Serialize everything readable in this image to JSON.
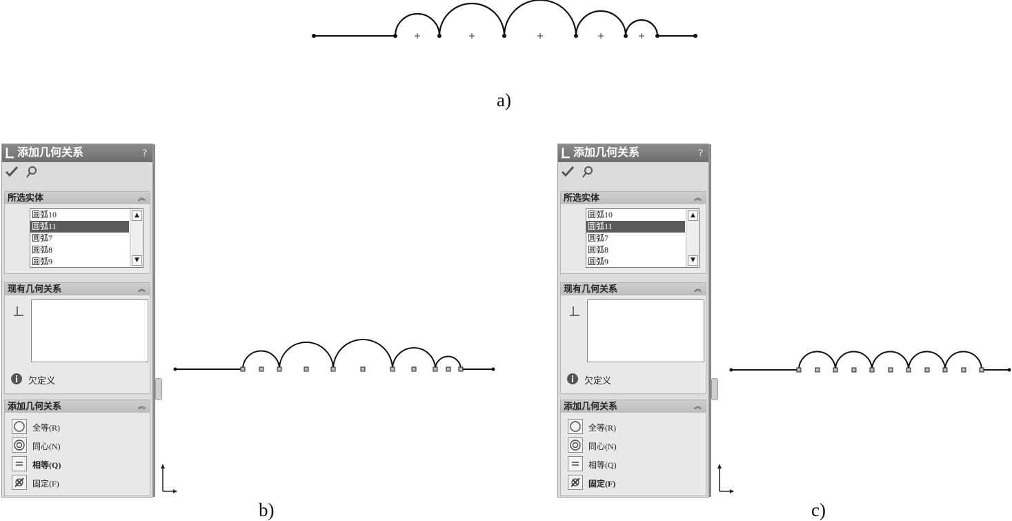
{
  "captions": {
    "a": "a)",
    "b": "b)",
    "c": "c)"
  },
  "panels": [
    {
      "title": "添加几何关系",
      "help": "?",
      "selected_entities": {
        "header": "所选实体",
        "items": [
          "圆弧10",
          "圆弧11",
          "圆弧7",
          "圆弧8",
          "圆弧9"
        ],
        "selected_index": 1
      },
      "existing_relations": {
        "header": "现有几何关系",
        "status": "欠定义"
      },
      "add_relations": {
        "header": "添加几何关系",
        "buttons": [
          {
            "label": "全等(R)",
            "icon": "congruent-icon",
            "bold": false
          },
          {
            "label": "同心(N)",
            "icon": "concentric-icon",
            "bold": false
          },
          {
            "label": "相等(Q)",
            "icon": "equal-icon",
            "bold": true
          },
          {
            "label": "固定(F)",
            "icon": "fix-icon",
            "bold": false
          }
        ]
      }
    },
    {
      "title": "添加几何关系",
      "help": "?",
      "selected_entities": {
        "header": "所选实体",
        "items": [
          "圆弧10",
          "圆弧11",
          "圆弧7",
          "圆弧8",
          "圆弧9"
        ],
        "selected_index": 1
      },
      "existing_relations": {
        "header": "现有几何关系",
        "status": "欠定义"
      },
      "add_relations": {
        "header": "添加几何关系",
        "buttons": [
          {
            "label": "全等(R)",
            "icon": "congruent-icon",
            "bold": false
          },
          {
            "label": "同心(N)",
            "icon": "concentric-icon",
            "bold": false
          },
          {
            "label": "相等(Q)",
            "icon": "equal-icon",
            "bold": false
          },
          {
            "label": "固定(F)",
            "icon": "fix-icon",
            "bold": true
          }
        ]
      }
    }
  ],
  "colors": {
    "title_bar": "#7a7a7a",
    "selection": "#5a5a5a",
    "panel_bg": "#dcdcdc"
  }
}
